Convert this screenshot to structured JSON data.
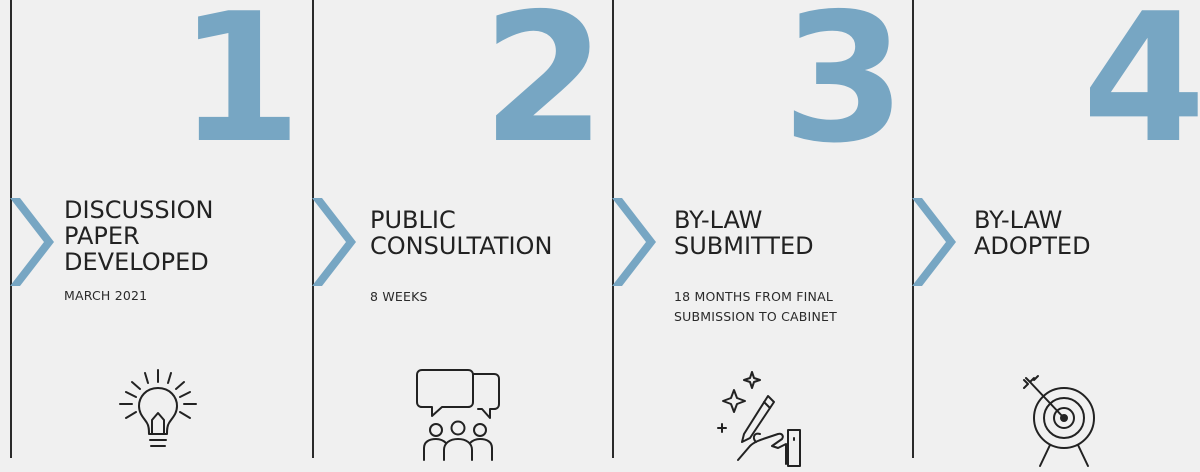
{
  "colors": {
    "accent": "#77a6c3",
    "text": "#222222",
    "background": "#f0f0f0",
    "divider": "#2a2a2a"
  },
  "steps": [
    {
      "number": "1",
      "title": "DISCUSSION\nPAPER\nDEVELOPED",
      "subtitle": "MARCH 2021",
      "icon": "lightbulb-icon"
    },
    {
      "number": "2",
      "title": "PUBLIC\nCONSULTATION",
      "subtitle": "8 WEEKS",
      "icon": "conversation-group-icon"
    },
    {
      "number": "3",
      "title": "BY-LAW\nSUBMITTED",
      "subtitle": "18 MONTHS FROM FINAL\nSUBMISSION TO CABINET",
      "icon": "hand-signing-icon"
    },
    {
      "number": "4",
      "title": "BY-LAW\nADOPTED",
      "subtitle": "",
      "icon": "target-icon"
    }
  ]
}
